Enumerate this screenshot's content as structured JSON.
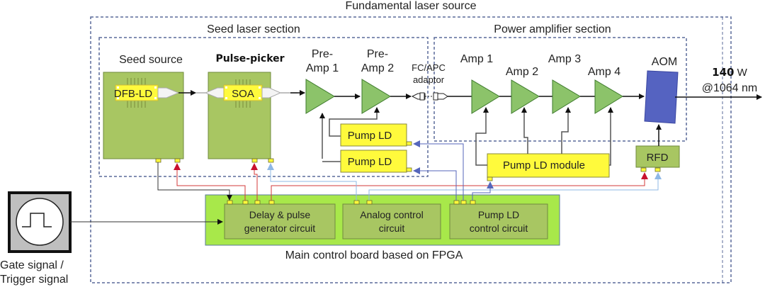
{
  "titles": {
    "fundamental": "Fundamental laser source",
    "seed_section": "Seed laser section",
    "power_section": "Power amplifier section",
    "main_board": "Main control board based on FPGA"
  },
  "components": {
    "seed_source": "Seed source",
    "dfb_ld": "DFB-LD",
    "pulse_picker": "Pulse-picker",
    "soa": "SOA",
    "preamp1_line1": "Pre-",
    "preamp1_line2": "Amp 1",
    "preamp2_line1": "Pre-",
    "preamp2_line2": "Amp 2",
    "fcapc_line1": "FC/APC",
    "fcapc_line2": "adaptor",
    "amp1": "Amp 1",
    "amp2": "Amp 2",
    "amp3": "Amp 3",
    "amp4": "Amp 4",
    "aom": "AOM",
    "output_power": "140",
    "output_power_unit": "W",
    "output_wavelength": "@1064 nm",
    "pump_ld_1": "Pump LD",
    "pump_ld_2": "Pump LD",
    "pump_ld_module": "Pump  LD module",
    "rfd": "RFD"
  },
  "circuits": {
    "delay_line1": "Delay & pulse",
    "delay_line2": "generator circuit",
    "analog_line1": "Analog control",
    "analog_line2": "circuit",
    "pumpctl_line1": "Pump  LD",
    "pumpctl_line2": "control circuit"
  },
  "trigger": {
    "line1": "Gate signal /",
    "line2": "Trigger signal"
  },
  "colors": {
    "board_green": "#a8e84a",
    "module_green": "#a8c662",
    "pump_yellow": "#fffa3c",
    "amp_green": "#8cc36a",
    "aom_blue": "#5563c1",
    "red_wire": "#d33a3a",
    "blue_wire": "#8fb8e6",
    "dark_blue_wire": "#5566bb",
    "dash_border": "#5a6a9a"
  }
}
